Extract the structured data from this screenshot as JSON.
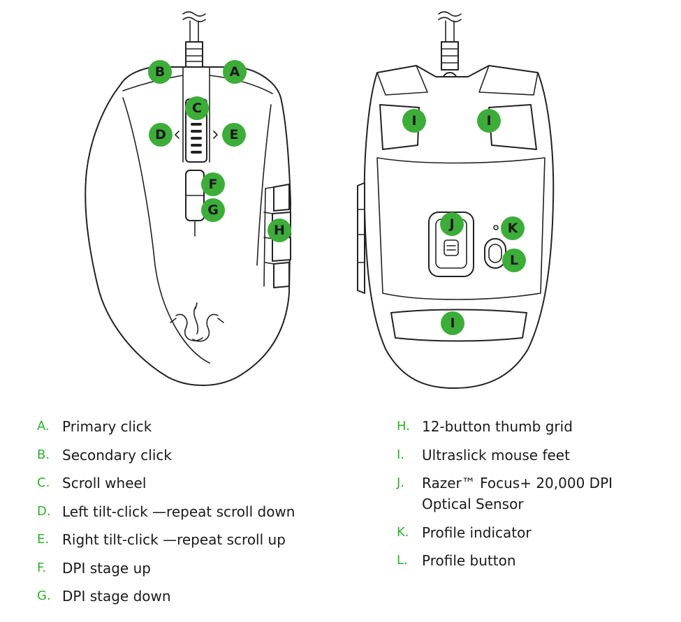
{
  "callouts": [
    {
      "id": "A",
      "label": "A"
    },
    {
      "id": "B",
      "label": "B"
    },
    {
      "id": "C",
      "label": "C"
    },
    {
      "id": "D",
      "label": "D"
    },
    {
      "id": "E",
      "label": "E"
    },
    {
      "id": "F",
      "label": "F"
    },
    {
      "id": "G",
      "label": "G"
    },
    {
      "id": "H",
      "label": "H"
    },
    {
      "id": "I1",
      "label": "I"
    },
    {
      "id": "I2",
      "label": "I"
    },
    {
      "id": "I3",
      "label": "I"
    },
    {
      "id": "J",
      "label": "J"
    },
    {
      "id": "K",
      "label": "K"
    },
    {
      "id": "L",
      "label": "L"
    }
  ],
  "legend": {
    "left": [
      {
        "key": "A.",
        "text": "Primary click"
      },
      {
        "key": "B.",
        "text": "Secondary click"
      },
      {
        "key": "C.",
        "text": "Scroll wheel"
      },
      {
        "key": "D.",
        "text": "Left tilt-click —repeat scroll down"
      },
      {
        "key": "E.",
        "text": "Right tilt-click —repeat scroll up"
      },
      {
        "key": "F.",
        "text": "DPI stage up"
      },
      {
        "key": "G.",
        "text": "DPI stage down"
      }
    ],
    "right": [
      {
        "key": "H.",
        "text": "12-button thumb grid"
      },
      {
        "key": "I.",
        "text": "Ultraslick mouse feet"
      },
      {
        "key": "J.",
        "text": "Razer™ Focus+ 20,000 DPI Optical Sensor"
      },
      {
        "key": "K.",
        "text": "Profile indicator"
      },
      {
        "key": "L.",
        "text": "Profile button"
      }
    ]
  },
  "colors": {
    "callout_fill": "#3dad3a",
    "legend_key": "#2db02d"
  },
  "icons": {
    "logo": "razer-snake-logo-icon"
  }
}
